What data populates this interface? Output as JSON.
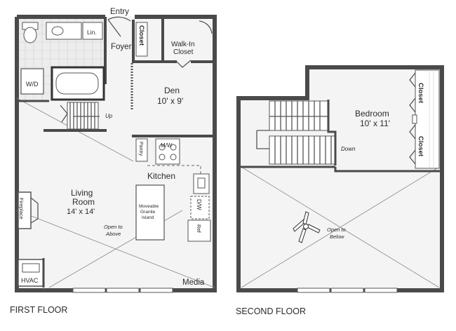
{
  "first_floor": {
    "caption": "FIRST FLOOR",
    "rooms": {
      "entry": "Entry",
      "foyer": "Foyer",
      "closet": "Closet",
      "walkin_line1": "Walk-In",
      "walkin_line2": "Closet",
      "den_name": "Den",
      "den_size": "10' x 9'",
      "lin": "Lin.",
      "wd": "W/D",
      "up": "Up",
      "pantry": "Pantry",
      "mw": "M/W",
      "kitchen": "Kitchen",
      "dw": "D/W",
      "ref": "Ref",
      "living_line1": "Living",
      "living_line2": "Room",
      "living_size": "14' x 14'",
      "island_line1": "Moveable",
      "island_line2": "Granite",
      "island_line3": "Island",
      "open_above_line1": "Open to",
      "open_above_line2": "Above",
      "fireplace": "Fireplace",
      "hvac": "HVAC",
      "media": "Media"
    }
  },
  "second_floor": {
    "caption": "SECOND FLOOR",
    "rooms": {
      "bedroom_name": "Bedroom",
      "bedroom_size": "10' x 11'",
      "closet_top": "Closet",
      "closet_bottom": "Closet",
      "down": "Down",
      "open_below_line1": "Open to",
      "open_below_line2": "Below"
    }
  }
}
